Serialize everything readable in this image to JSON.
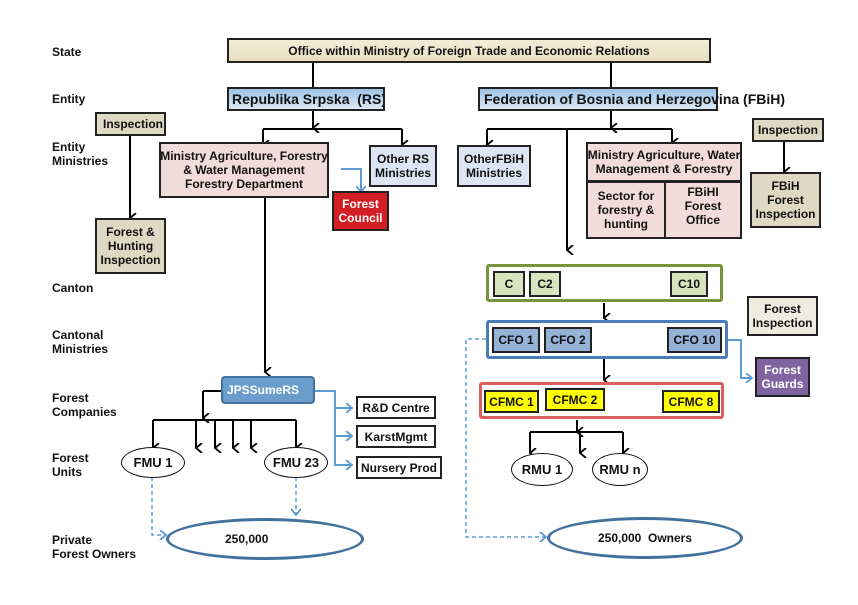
{
  "levels": {
    "state": "State",
    "entity": "Entity",
    "entity_ministries": "Entity\nMinistries",
    "canton": "Canton",
    "cantonal_ministries": "Cantonal\nMinistries",
    "forest_companies": "Forest\nCompanies",
    "forest_units": "Forest\nUnits",
    "private_owners": "Private\nForest Owners"
  },
  "state_office": "Office within Ministry of Foreign Trade and Economic Relations",
  "rs": {
    "entity": "Republika Srpska  (RS)",
    "inspection": "Inspection",
    "forest_hunting_inspection": "Forest &\nHunting\nInspection",
    "ministry": "Ministry Agriculture, Forestry\n& Water Management\nForestry Department",
    "other_ministries": "Other RS\nMinistries",
    "forest_council": "Forest\nCouncil",
    "company": "JPSSumeRS",
    "subsidiaries": [
      "R&D Centre",
      "KarstMgmt",
      "Nursery Prod"
    ],
    "fmu_first": "FMU 1",
    "fmu_last": "FMU 23",
    "owners": "250,000"
  },
  "fbih": {
    "entity": "Federation of Bosnia and Herzegovina (FBiH)",
    "other_ministries": "OtherFBiH\nMinistries",
    "ministry": "Ministry Agriculture, Water\nManagement & Forestry",
    "sector": "Sector for\nforestry &\nhunting",
    "forest_office": "FBiHI\nForest\nOffice",
    "inspection": "Inspection",
    "forest_inspection": "FBiH\nForest\nInspection",
    "cantons": [
      "C",
      "C2",
      "C10"
    ],
    "cfos": [
      "CFO 1",
      "CFO 2",
      "CFO 10"
    ],
    "cantonal_forest_inspection": "Forest\nInspection",
    "forest_guards": "Forest\nGuards",
    "cfmcs": [
      "CFMC 1",
      "CFMC 2",
      "CFMC 8"
    ],
    "rmu_first": "RMU 1",
    "rmu_last": "RMU n",
    "owners": "250,000  Owners"
  }
}
